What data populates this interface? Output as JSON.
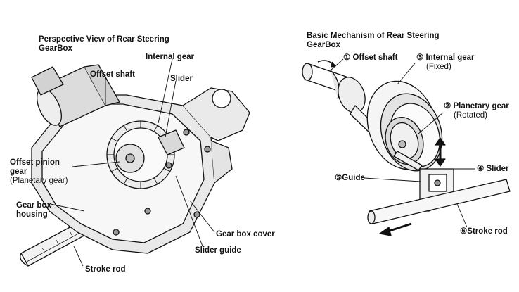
{
  "left": {
    "title": [
      "Perspective View of Rear Steering",
      "GearBox"
    ],
    "labels": {
      "internal_gear": "Internal gear",
      "offset_shaft": "Offset shaft",
      "slider": "Slider",
      "offset_pinion": "Offset pinion",
      "gear": "gear",
      "planetary": "(Planetary gear)",
      "gear_box": "Gear box",
      "housing": "housing",
      "gear_box_cover": "Gear box cover",
      "slider_guide": "Slider guide",
      "stroke_rod": "Stroke rod"
    }
  },
  "right": {
    "title": [
      "Basic Mechanism of Rear Steering",
      "GearBox"
    ],
    "labels": {
      "offset_shaft": "① Offset shaft",
      "internal_gear": "③ Internal gear",
      "fixed": "(Fixed)",
      "planetary_gear": "② Planetary gear",
      "rotated": "(Rotated)",
      "slider": "④ Slider",
      "guide": "⑤Guide",
      "stroke_rod": "⑥Stroke rod"
    }
  }
}
